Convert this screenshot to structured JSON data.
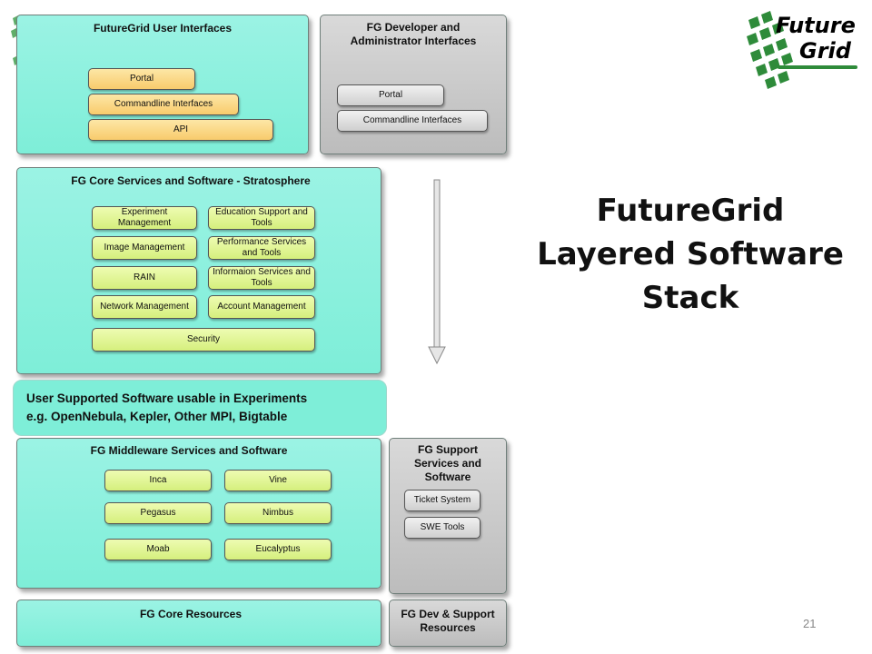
{
  "slide": {
    "title_lines": [
      "FutureGrid",
      "Layered Software",
      "Stack"
    ],
    "page_number": "21"
  },
  "logo": {
    "line1": "Future",
    "line2": "Grid",
    "green": "#2e8b3a"
  },
  "user_interfaces": {
    "title": "FutureGrid User Interfaces",
    "items": [
      "Portal",
      "Commandline Interfaces",
      "API"
    ]
  },
  "dev_admin_interfaces": {
    "title_lines": [
      "FG Developer and",
      "Administrator Interfaces"
    ],
    "items": [
      "Portal",
      "Commandline Interfaces"
    ]
  },
  "core_services": {
    "title": "FG Core Services and Software - Stratosphere",
    "items": [
      "Experiment Management",
      "Education Support and Tools",
      "Image Management",
      "Performance Services and Tools",
      "RAIN",
      "Informaion Services and Tools",
      "Network Management",
      "Account Management",
      "Security"
    ]
  },
  "user_supported": {
    "line1": "User Supported Software usable in Experiments",
    "line2": "e.g. OpenNebula, Kepler, Other MPI, Bigtable"
  },
  "middleware": {
    "title": "FG Middleware  Services and Software",
    "items": [
      "Inca",
      "Vine",
      "Pegasus",
      "Nimbus",
      "Moab",
      "Eucalyptus"
    ]
  },
  "support_services": {
    "title_lines": [
      "FG Support",
      "Services and",
      "Software"
    ],
    "items": [
      "Ticket System",
      "SWE Tools"
    ]
  },
  "core_resources": {
    "title": "FG Core Resources"
  },
  "dev_support_resources": {
    "title_lines": [
      "FG Dev & Support",
      "Resources"
    ]
  },
  "colors": {
    "teal_panel": "#7eeed8",
    "grey_panel": "#bcbcbc",
    "orange_pill": "#f8cb6c",
    "green_pill": "#d5ef7d"
  }
}
